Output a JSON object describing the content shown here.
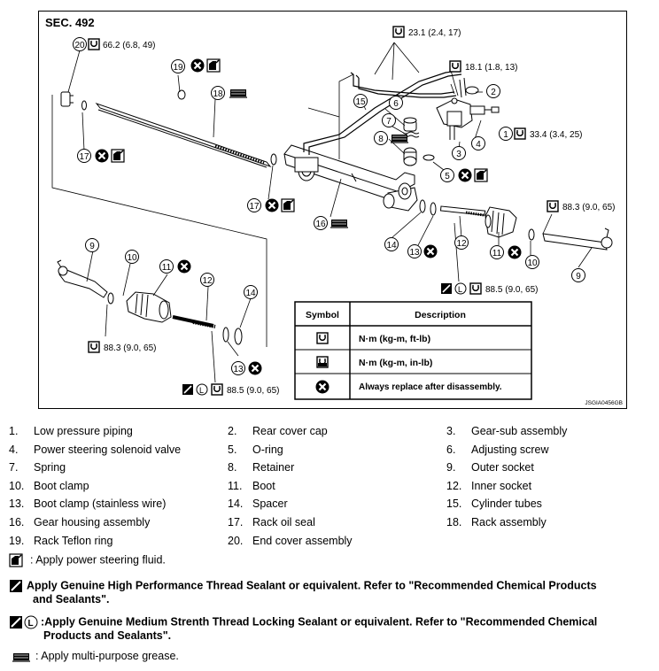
{
  "diagram": {
    "section": "SEC. 492",
    "code": "JSGIA0456GB",
    "torques": {
      "t20": "66.2 (6.8, 49)",
      "t_tubes": "23.1 (2.4, 17)",
      "t_cap": "18.1 (1.8, 13)",
      "t_sol": "33.4 (3.4, 25)",
      "t_right_socket": "88.3 (9.0, 65)",
      "t_right_inner": "88.5 (9.0, 65)",
      "t_left_socket": "88.3 (9.0, 65)",
      "t_left_inner": "88.5 (9.0, 65)"
    },
    "callouts": [
      "1",
      "2",
      "3",
      "4",
      "5",
      "6",
      "7",
      "8",
      "9",
      "10",
      "11",
      "12",
      "13",
      "14",
      "15",
      "16",
      "17",
      "18",
      "19",
      "20"
    ],
    "symbol_table": {
      "header_symbol": "Symbol",
      "header_desc": "Description",
      "rows": [
        {
          "desc": "N·m (kg-m, ft-lb)",
          "icon": "torque-ft-lb-icon"
        },
        {
          "desc": "N·m (kg-m, in-lb)",
          "icon": "torque-in-lb-icon"
        },
        {
          "desc": "Always replace after disassembly.",
          "icon": "replace-icon"
        }
      ]
    }
  },
  "legend": [
    {
      "n": "1.",
      "t": "Low pressure piping"
    },
    {
      "n": "2.",
      "t": "Rear cover cap"
    },
    {
      "n": "3.",
      "t": "Gear-sub assembly"
    },
    {
      "n": "4.",
      "t": "Power steering solenoid valve"
    },
    {
      "n": "5.",
      "t": "O-ring"
    },
    {
      "n": "6.",
      "t": "Adjusting screw"
    },
    {
      "n": "7.",
      "t": "Spring"
    },
    {
      "n": "8.",
      "t": "Retainer"
    },
    {
      "n": "9.",
      "t": "Outer socket"
    },
    {
      "n": "10.",
      "t": "Boot clamp"
    },
    {
      "n": "11.",
      "t": "Boot"
    },
    {
      "n": "12.",
      "t": "Inner socket"
    },
    {
      "n": "13.",
      "t": "Boot clamp (stainless wire)"
    },
    {
      "n": "14.",
      "t": "Spacer"
    },
    {
      "n": "15.",
      "t": "Cylinder tubes"
    },
    {
      "n": "16.",
      "t": "Gear housing assembly"
    },
    {
      "n": "17.",
      "t": "Rack oil seal"
    },
    {
      "n": "18.",
      "t": "Rack assembly"
    },
    {
      "n": "19.",
      "t": "Rack Teflon ring"
    },
    {
      "n": "20.",
      "t": "End cover assembly"
    }
  ],
  "notes": {
    "fluid": ": Apply power steering fluid.",
    "sealant_1": "Apply Genuine High Performance Thread Sealant or equivalent. Refer to \"Recommended Chemical Products",
    "sealant_2": "and Sealants\".",
    "locking_1": ":Apply Genuine Medium Strenth Thread Locking Sealant or equivalent. Refer to \"Recommended Chemical",
    "locking_2": "Products and Sealants\".",
    "grease": ": Apply multi-purpose grease."
  }
}
